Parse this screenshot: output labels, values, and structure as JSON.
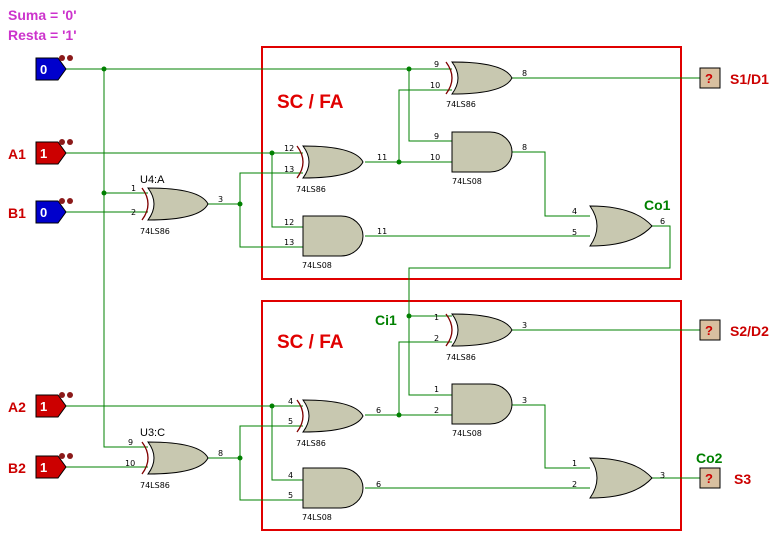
{
  "notes": [
    "Suma = '0'",
    "Resta = '1'"
  ],
  "blocks": [
    "SC / FA",
    "SC / FA"
  ],
  "inputs": [
    {
      "label": "",
      "value": "0",
      "color": "#0000cc"
    },
    {
      "label": "A1",
      "value": "1",
      "color": "#cc0000"
    },
    {
      "label": "B1",
      "value": "0",
      "color": "#0000cc"
    },
    {
      "label": "A2",
      "value": "1",
      "color": "#cc0000"
    },
    {
      "label": "B2",
      "value": "1",
      "color": "#cc0000"
    }
  ],
  "outputs": [
    {
      "label": "S1/D1",
      "value": "?"
    },
    {
      "label": "S2/D2",
      "value": "?"
    },
    {
      "label": "S3",
      "value": "?"
    }
  ],
  "carries": [
    "Co1",
    "Ci1",
    "Co2"
  ],
  "gates": {
    "u4a_ref": "U4:A",
    "u4a_type": "74LS86",
    "u3c_ref": "U3:C",
    "u3c_type": "74LS86",
    "xor_type": "74LS86",
    "and_type": "74LS08"
  },
  "colors": {
    "wire": "#008000",
    "box": "#e00000",
    "gate_fill": "#c8c8b0"
  }
}
